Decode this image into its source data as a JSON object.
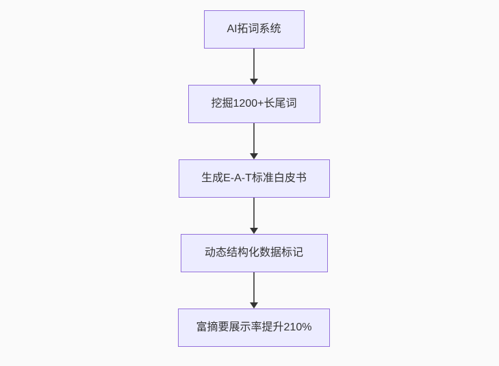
{
  "diagram": {
    "type": "flowchart",
    "direction": "top-down",
    "nodes": [
      {
        "id": "A",
        "label": "AI拓词系统"
      },
      {
        "id": "B",
        "label": "挖掘1200+长尾词"
      },
      {
        "id": "C",
        "label": "生成E-A-T标准白皮书"
      },
      {
        "id": "D",
        "label": "动态结构化数据标记"
      },
      {
        "id": "E",
        "label": "富摘要展示率提升210%"
      }
    ],
    "edges": [
      {
        "from": "AI拓词系统",
        "to": "挖掘1200+长尾词"
      },
      {
        "from": "挖掘1200+长尾词",
        "to": "生成E-A-T标准白皮书"
      },
      {
        "from": "生成E-A-T标准白皮书",
        "to": "动态结构化数据标记"
      },
      {
        "from": "动态结构化数据标记",
        "to": "富摘要展示率提升210%"
      }
    ],
    "colors": {
      "bg": "#fafafa",
      "node-fill": "#ECECFF",
      "node-border": "#9370DB",
      "node-text": "#333333",
      "arrow-line": "#5b5b5b",
      "arrow-head": "#333333"
    }
  }
}
